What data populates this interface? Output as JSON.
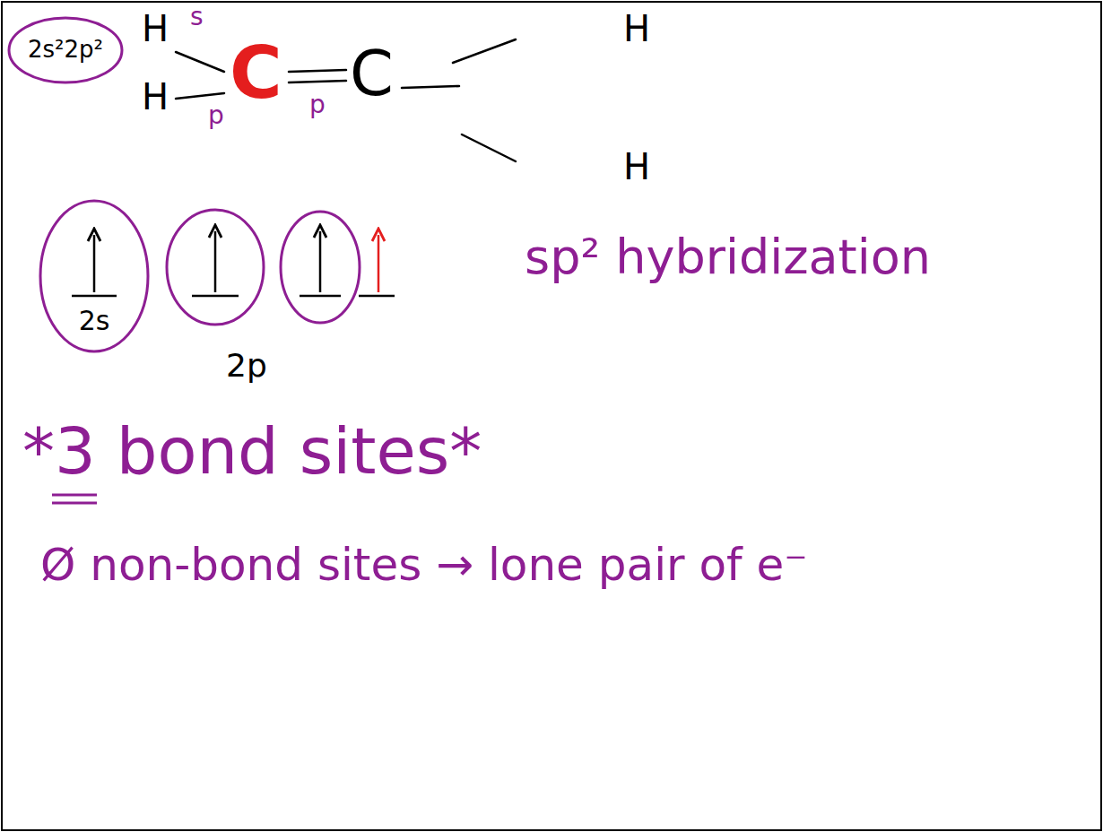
{
  "diagram": {
    "nodes": [
      {
        "text": [
          "2s²2p²"
        ]
      },
      {
        "text": [
          "2s"
        ]
      }
    ],
    "labels": [
      "H",
      "H",
      "C",
      "C",
      "H",
      "H",
      "s",
      "p",
      "p",
      "2p",
      "sp² hybridization",
      "*3 bond sites*",
      "Ø non-bond sites → lone pair of e⁻"
    ]
  }
}
